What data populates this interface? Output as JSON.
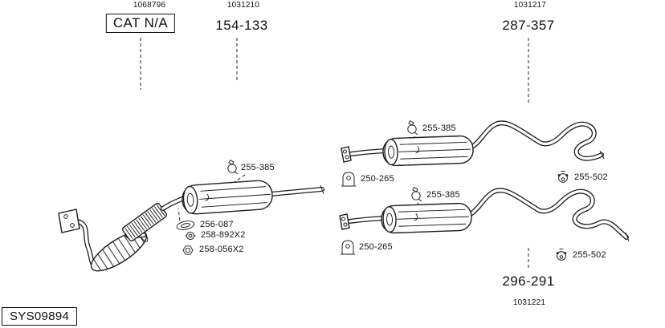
{
  "diagram": {
    "background": "#ffffff",
    "line_color": "#1d1d1d",
    "header_groups": [
      {
        "ref": "1068796",
        "part": "CAT N/A"
      },
      {
        "ref": "1031210",
        "part": "154-133"
      },
      {
        "ref": "1031217",
        "part": "287-357"
      }
    ],
    "footer_group": {
      "part": "296-291",
      "ref": "1031221"
    },
    "system_code": "SYS09894",
    "callouts": [
      {
        "icon": "clamp-icon",
        "label": "255-385"
      },
      {
        "icon": "gasket-icon",
        "label": "256-087"
      },
      {
        "icon": "bolt-icon",
        "label": "258-892X2"
      },
      {
        "icon": "nut-icon",
        "label": "258-056X2"
      },
      {
        "icon": "hanger-icon",
        "label": "250-265"
      },
      {
        "icon": "clamp-icon",
        "label": "255-385"
      },
      {
        "icon": "rubber-hanger-icon",
        "label": "255-502"
      },
      {
        "icon": "hanger-icon",
        "label": "250-265"
      },
      {
        "icon": "clamp-icon",
        "label": "255-385"
      },
      {
        "icon": "rubber-hanger-icon",
        "label": "255-502"
      }
    ]
  }
}
